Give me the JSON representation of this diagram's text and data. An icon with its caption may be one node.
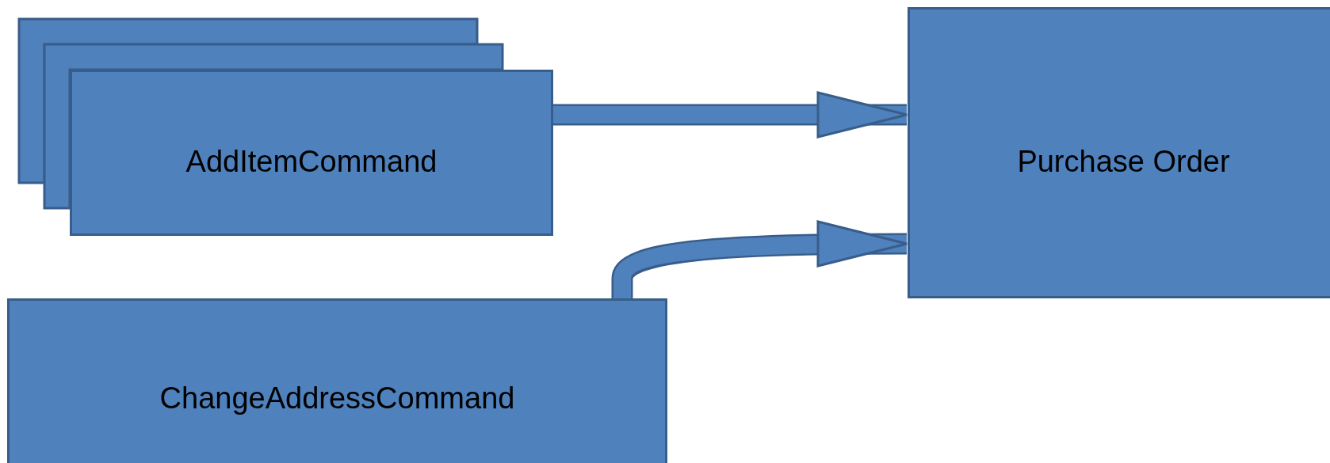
{
  "diagram": {
    "nodes": [
      {
        "text": [
          "AddItemCommand"
        ]
      },
      {
        "text": [
          "Purchase Order"
        ]
      },
      {
        "text": [
          "ChangeAddressCommand"
        ]
      }
    ],
    "edges": [
      {
        "from": 0,
        "to": 1,
        "arrow": "to"
      },
      {
        "from": 2,
        "to": 1,
        "arrow": "to"
      }
    ]
  }
}
